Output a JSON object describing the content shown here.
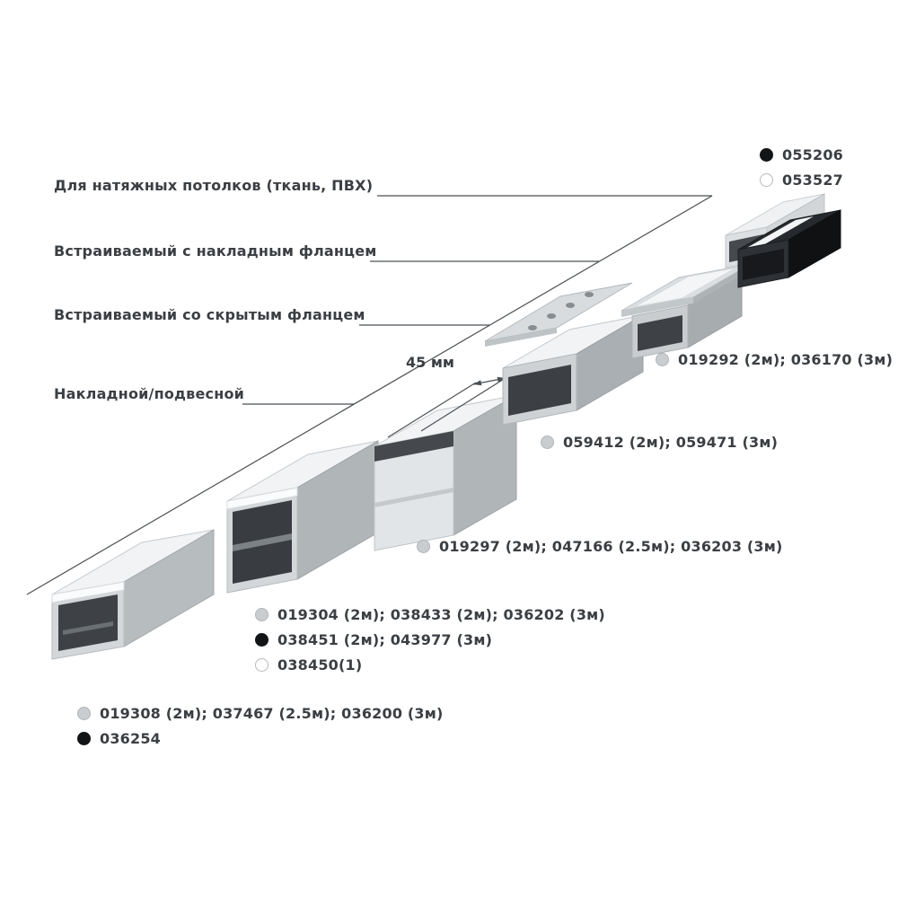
{
  "categories": [
    {
      "label": "Для натяжных потолков (ткань, ПВХ)"
    },
    {
      "label": "Встраиваемый с накладным фланцем"
    },
    {
      "label": "Встраиваемый со скрытым фланцем"
    },
    {
      "label": "Накладной/подвесной"
    }
  ],
  "dimension": {
    "label": "45 мм"
  },
  "articles": [
    {
      "dot": "black",
      "text": "055206"
    },
    {
      "dot": "white",
      "text": "053527"
    },
    {
      "dot": "gray",
      "text": "019292 (2м); 036170 (3м)"
    },
    {
      "dot": "gray",
      "text": "059412 (2м); 059471 (3м)"
    },
    {
      "dot": "gray",
      "text": "019297 (2м); 047166 (2.5м); 036203 (3м)"
    },
    {
      "dot": "gray",
      "text": "019304 (2м); 038433 (2м); 036202 (3м)"
    },
    {
      "dot": "black",
      "text": "038451 (2м); 043977 (3м)"
    },
    {
      "dot": "white",
      "text": "038450(1)"
    },
    {
      "dot": "gray",
      "text": "019308 (2м); 037467 (2.5м); 036200 (3м)"
    },
    {
      "dot": "black",
      "text": "036254"
    }
  ],
  "colors": {
    "dot_gray": "#c9cdd0",
    "dot_black": "#121416",
    "dot_white": "#ffffff",
    "line": "#4b4f53",
    "text": "#3b3f43",
    "diffuser": "#f1f3f5",
    "aluminum_side": "#b0b5b8",
    "aluminum_front": "#d3d7d9",
    "black_profile": "#0f1113"
  }
}
